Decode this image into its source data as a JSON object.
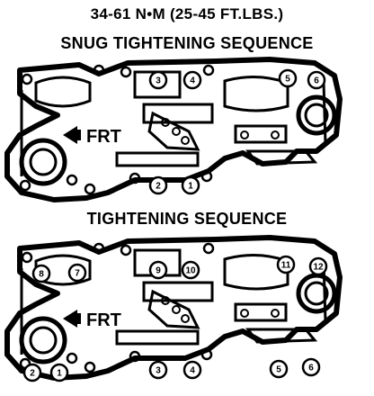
{
  "header": {
    "torque_spec": "34-61 N•M (25-45 FT.LBS.)"
  },
  "diagrams": [
    {
      "title": "SNUG TIGHTENING SEQUENCE",
      "front_label": "FRT",
      "bolts": [
        "1",
        "2",
        "3",
        "4",
        "5",
        "6"
      ]
    },
    {
      "title": "TIGHTENING SEQUENCE",
      "front_label": "FRT",
      "bolts": [
        "1",
        "2",
        "3",
        "4",
        "5",
        "6",
        "7",
        "8",
        "9",
        "10",
        "11",
        "12"
      ]
    }
  ]
}
